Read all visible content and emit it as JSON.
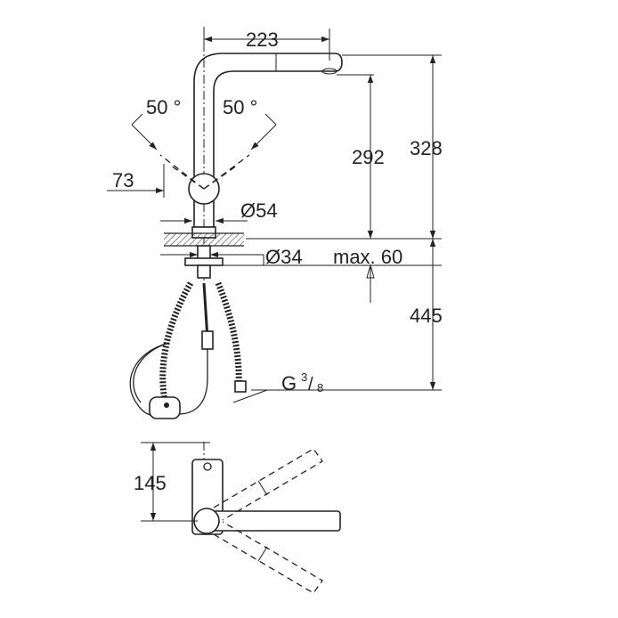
{
  "dimensions": {
    "spout_reach": "223",
    "angle_left": "50 °",
    "angle_right": "50 °",
    "offset": "73",
    "spout_height": "292",
    "total_height": "328",
    "base_diameter": "Ø54",
    "hole_diameter": "Ø34",
    "max_thickness": "max. 60",
    "hose_length": "445",
    "thread_prefix": "G",
    "thread_num": "3",
    "thread_den": "8",
    "top_view_depth": "145"
  },
  "colors": {
    "line": "#222222",
    "background": "#ffffff"
  }
}
